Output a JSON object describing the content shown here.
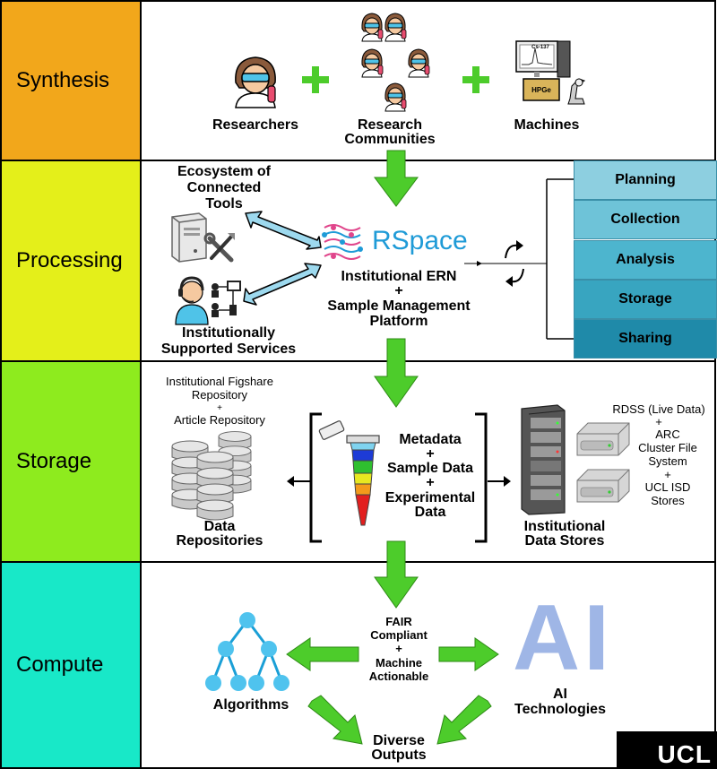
{
  "rows": {
    "synthesis": "Synthesis",
    "processing": "Processing",
    "storage": "Storage",
    "compute": "Compute"
  },
  "colors": {
    "synthesis": "#F2A71B",
    "processing": "#E4EF1A",
    "storage": "#8EEB1E",
    "compute": "#18E8C8",
    "arrow_green": "#4DCC2B",
    "arrow_blue": "#9DD9EE",
    "stage_planning": "#8DCFE0",
    "stage_collection": "#6EC3D8",
    "stage_analysis": "#4DB5CE",
    "stage_storage": "#38A5C0",
    "stage_sharing": "#1F8AA9"
  },
  "synthesis": {
    "researchers": "Researchers",
    "communities_l1": "Research",
    "communities_l2": "Communities",
    "machines": "Machines",
    "screen_label": "Cs-137",
    "detector_label": "HPGe"
  },
  "processing": {
    "ecosystem_l1": "Ecosystem of",
    "ecosystem_l2": "Connected",
    "ecosystem_l3": "Tools",
    "rspace_logo": "RSpace",
    "ern_l1": "Institutional ERN",
    "ern_l2": "+",
    "ern_l3": "Sample Management",
    "ern_l4": "Platform",
    "services_l1": "Institutionally",
    "services_l2": "Supported Services",
    "stages": [
      "Planning",
      "Collection",
      "Analysis",
      "Storage",
      "Sharing"
    ]
  },
  "storage": {
    "figshare_l1": "Institutional Figshare",
    "figshare_l2": "Repository",
    "figshare_l3": "+",
    "figshare_l4": "Article Repository",
    "repos_l1": "Data",
    "repos_l2": "Repositories",
    "meta_l1": "Metadata",
    "meta_l2": "+",
    "meta_l3": "Sample Data",
    "meta_l4": "+",
    "meta_l5": "Experimental",
    "meta_l6": "Data",
    "stores_l1": "Institutional",
    "stores_l2": "Data Stores",
    "rdss_l1": "RDSS (Live Data)",
    "rdss_l2": "+",
    "rdss_l3": "ARC",
    "rdss_l4": "Cluster File",
    "rdss_l5": "System",
    "rdss_l6": "+",
    "rdss_l7": "UCL ISD",
    "rdss_l8": "Stores"
  },
  "compute": {
    "fair_l1": "FAIR",
    "fair_l2": "Compliant",
    "fair_l3": "+",
    "fair_l4": "Machine",
    "fair_l5": "Actionable",
    "algorithms": "Algorithms",
    "ai_logo": "AI",
    "ai_l1": "AI",
    "ai_l2": "Technologies",
    "diverse_l1": "Diverse",
    "diverse_l2": "Outputs"
  },
  "brand": {
    "ucl": "UCL"
  }
}
